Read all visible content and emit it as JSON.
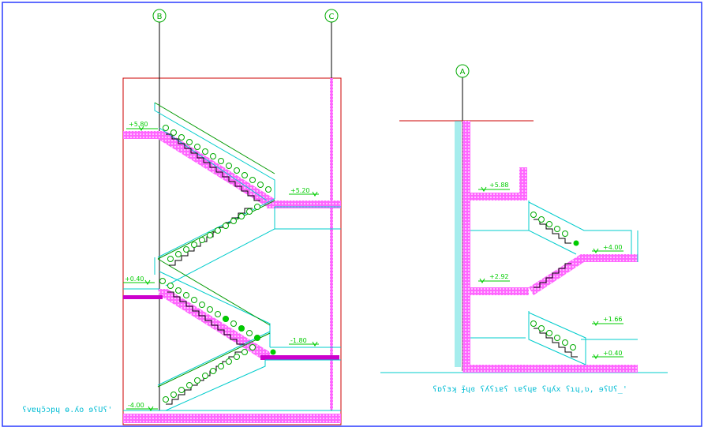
{
  "grid": {
    "B": "B",
    "C": "C",
    "A": "A"
  },
  "left_section": {
    "levels": [
      "+5.80",
      "+5.20",
      "+0.40",
      "-1.80",
      "-4.00"
    ],
    "caption": "ʕvɐɥɔ̃ɔpɥ ɵ.ʎo ɘʕUʕ'"
  },
  "right_section": {
    "levels": [
      "+5.88",
      "+4.00",
      "+2.92",
      "+1.66",
      "+0.40"
    ],
    "caption": "ʕɒʕɜʞ ɟ̃ɥɞ ʕʎʕɿɐʕ ɩɐʕɥɐ ʕɥʎx ʕɿɥ,ʋ, ɘʕUʕ_'"
  },
  "colors": {
    "slab": "#ff00ff",
    "outline": "#ff0000",
    "stair_line": "#00cccc",
    "level_mark": "#00cc00",
    "grid_line": "#000000"
  }
}
